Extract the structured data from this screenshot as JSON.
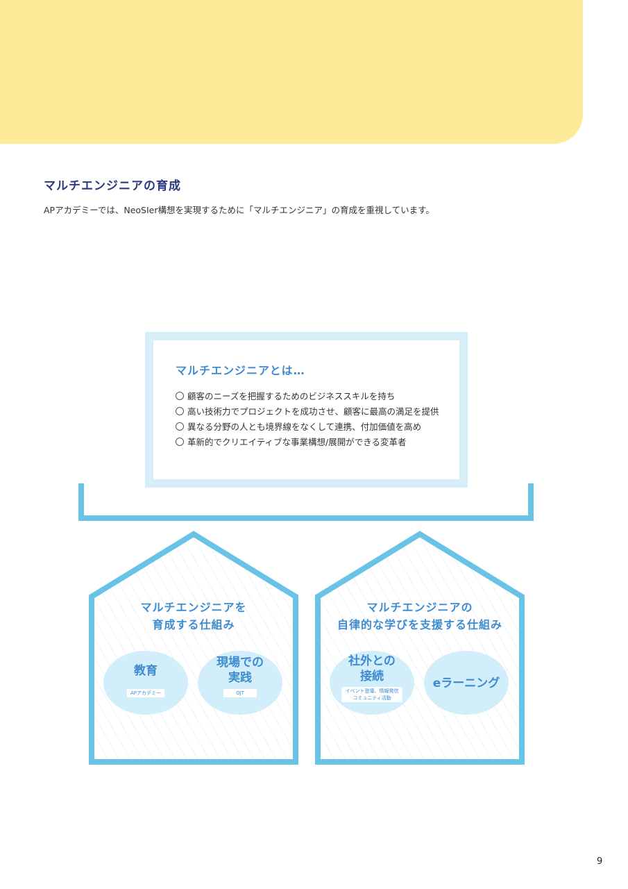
{
  "header": {
    "section_title": "マルチエンジニアの育成",
    "intro": "APアカデミーでは、NeoSIer構想を実現するために「マルチエンジニア」の育成を重視しています。"
  },
  "definition": {
    "title": "マルチエンジニアとは…",
    "items": [
      "顧客のニーズを把握するためのビジネススキルを持ち",
      "高い技術力でプロジェクトを成功させ、顧客に最高の満足を提供",
      "異なる分野の人とも境界線をなくして連携、付加価値を高め",
      "革新的でクリエイティブな事業構想/展開ができる変革者"
    ]
  },
  "houses": [
    {
      "title_line1": "マルチエンジニアを",
      "title_line2": "育成する仕組み",
      "bubbles": [
        {
          "label_line1": "教育",
          "label_line2": "",
          "tag_line1": "APアカデミー",
          "tag_line2": ""
        },
        {
          "label_line1": "現場での",
          "label_line2": "実践",
          "tag_line1": "OJT",
          "tag_line2": ""
        }
      ]
    },
    {
      "title_line1": "マルチエンジニアの",
      "title_line2": "自律的な学びを支援する仕組み",
      "bubbles": [
        {
          "label_line1": "社外との",
          "label_line2": "接続",
          "tag_line1": "イベント登壇、情報発信",
          "tag_line2": "コミュニティ活動"
        },
        {
          "label_line1": "eラーニング",
          "label_line2": "",
          "tag_line1": "",
          "tag_line2": ""
        }
      ]
    }
  ],
  "page_number": "9",
  "colors": {
    "banner": "#fdeb9a",
    "title_navy": "#2b3a7e",
    "accent_blue": "#3f8bd0",
    "frame_blue": "#68c3e6",
    "light_blue": "#d7eef8",
    "bubble_blue": "#d2eefa"
  }
}
